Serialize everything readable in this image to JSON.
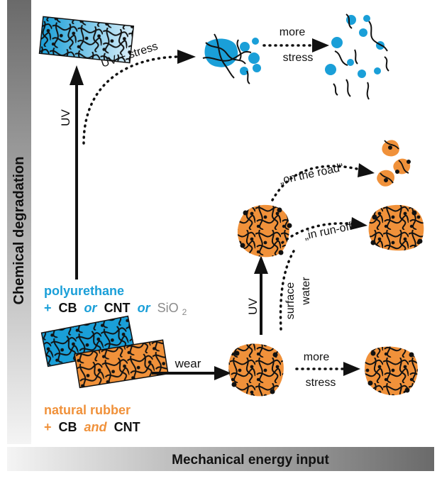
{
  "axes": {
    "y_label": "Chemical degradation",
    "x_label": "Mechanical energy input"
  },
  "labels": {
    "uv_stress": "UV + stress",
    "uv_left": "UV",
    "uv_mid": "UV",
    "more_stress_top_1": "more",
    "more_stress_top_2": "stress",
    "on_the_road": "„on the road“",
    "in_run_off": "„in run-off“",
    "surface": "surface",
    "water": "water",
    "wear": "wear",
    "more_stress_bottom_1": "more",
    "more_stress_bottom_2": "stress"
  },
  "polyurethane": {
    "name": "polyurethane",
    "plus": "+",
    "cb": "CB",
    "or1": "or",
    "cnt": "CNT",
    "or2": "or",
    "sio2_base": "SiO",
    "sio2_sub": "2"
  },
  "natural_rubber": {
    "name": "natural rubber",
    "plus": "+",
    "cb": "CB",
    "and": "and",
    "cnt": "CNT"
  },
  "colors": {
    "polyurethane_blue": "#1a9fd8",
    "rubber_orange": "#f0913a",
    "axis_gray_dark": "#6d6d6d",
    "axis_gray_light": "#f2f2f2",
    "ink": "#111111",
    "sio2_gray": "#8a8a8a"
  }
}
